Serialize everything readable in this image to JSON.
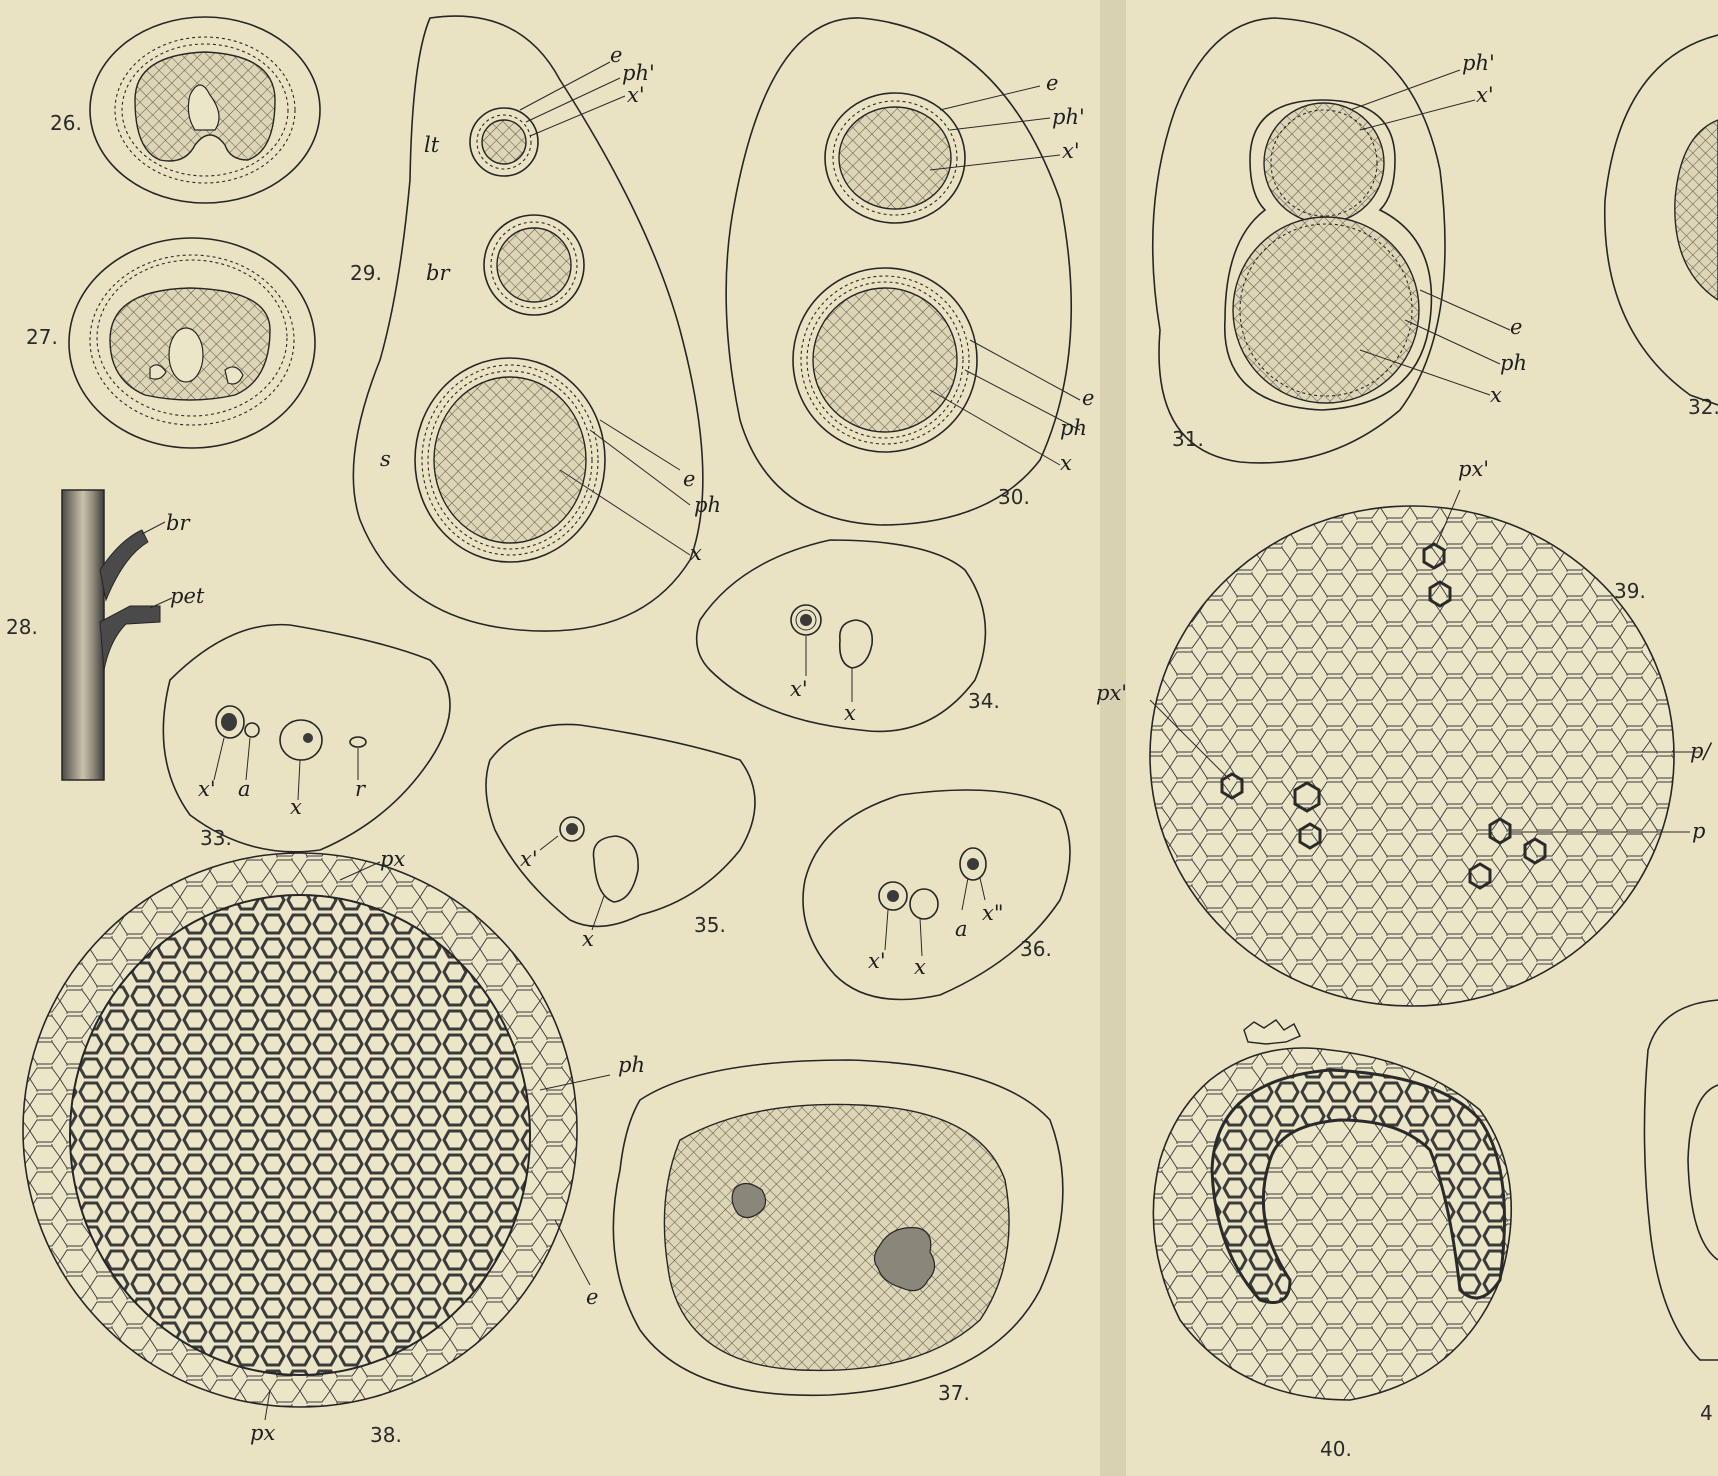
{
  "figures": {
    "f26": {
      "number": "26."
    },
    "f27": {
      "number": "27."
    },
    "f28": {
      "number": "28.",
      "labels": {
        "br": "br",
        "pet": "pet"
      }
    },
    "f29": {
      "number": "29.",
      "labels": {
        "lt": "lt",
        "br": "br",
        "s": "s",
        "e_top": "e",
        "ph_top": "ph'",
        "x_top": "x'",
        "e": "e",
        "ph": "ph",
        "x": "x"
      }
    },
    "f30": {
      "number": "30.",
      "labels": {
        "e_top": "e",
        "ph_top": "ph'",
        "x_top": "x'",
        "e": "e",
        "ph": "ph",
        "x": "x"
      }
    },
    "f31": {
      "number": "31.",
      "labels": {
        "ph_top": "ph'",
        "x_top": "x'",
        "e": "e",
        "ph": "ph",
        "x": "x"
      }
    },
    "f32": {
      "number": "32."
    },
    "f33": {
      "number": "33.",
      "labels": {
        "x1": "x'",
        "a": "a",
        "x": "x",
        "r": "r"
      }
    },
    "f34": {
      "number": "34.",
      "labels": {
        "x1": "x'",
        "x": "x"
      }
    },
    "f35": {
      "number": "35.",
      "labels": {
        "x1": "x'",
        "x": "x"
      }
    },
    "f36": {
      "number": "36.",
      "labels": {
        "x1": "x'",
        "x": "x",
        "a": "a",
        "x2": "x\""
      }
    },
    "f37": {
      "number": "37."
    },
    "f38": {
      "number": "38.",
      "labels": {
        "px_top": "px",
        "ph": "ph",
        "e": "e",
        "px_bottom": "px"
      }
    },
    "f39": {
      "number": "39.",
      "labels": {
        "px_top": "px'",
        "px_left": "px'",
        "ph_right": "p/",
        "px_right": "p"
      }
    },
    "f40": {
      "number": "40."
    },
    "f41": {
      "number": "4"
    }
  }
}
